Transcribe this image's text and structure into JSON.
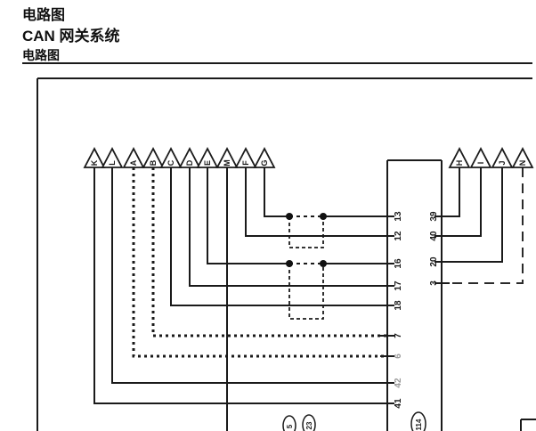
{
  "header": {
    "title": "电路图",
    "system": "CAN 网关系统",
    "section": "电路图"
  },
  "diagram": {
    "left_connectors": [
      {
        "letter": "K",
        "pin": "41",
        "style": "solid"
      },
      {
        "letter": "L",
        "pin": "42",
        "style": "solid"
      },
      {
        "letter": "A",
        "pin": "6",
        "style": "dotted"
      },
      {
        "letter": "B",
        "pin": "7",
        "style": "dotted"
      },
      {
        "letter": "C",
        "pin": "18",
        "style": "solid"
      },
      {
        "letter": "D",
        "pin": "17",
        "style": "solid"
      },
      {
        "letter": "E",
        "pin": "16",
        "style": "solid"
      },
      {
        "letter": "M",
        "pin": "",
        "style": "solid"
      },
      {
        "letter": "F",
        "pin": "12",
        "style": "solid"
      },
      {
        "letter": "G",
        "pin": "13",
        "style": "solid"
      }
    ],
    "right_connectors": [
      {
        "letter": "H",
        "pin": "39",
        "style": "solid"
      },
      {
        "letter": "I",
        "pin": "40",
        "style": "solid"
      },
      {
        "letter": "J",
        "pin": "20",
        "style": "solid"
      },
      {
        "letter": "N",
        "pin": "3",
        "style": "dashed"
      }
    ],
    "gateway": {
      "left_pins": [
        "13",
        "12",
        "16",
        "17",
        "18",
        "7",
        "6",
        "42",
        "41"
      ],
      "right_pins": [
        "39",
        "40",
        "20",
        "3"
      ],
      "label": "114"
    },
    "bottom_labels": [
      "5",
      "23"
    ],
    "colors": {
      "line": "#1a1a1a",
      "faded": "#9a9a9a",
      "background": "#ffffff"
    }
  }
}
